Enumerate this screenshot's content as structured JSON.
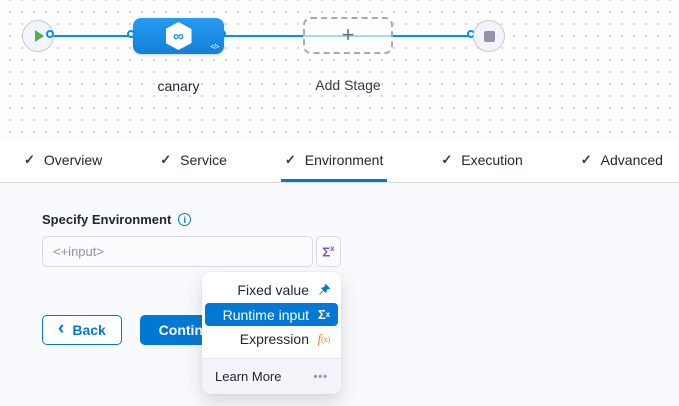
{
  "canvas": {
    "stage_name": "canary",
    "add_stage_label": "Add Stage"
  },
  "tabs": [
    {
      "label": "Overview",
      "checked": true,
      "active": false
    },
    {
      "label": "Service",
      "checked": true,
      "active": false
    },
    {
      "label": "Environment",
      "checked": true,
      "active": true
    },
    {
      "label": "Execution",
      "checked": true,
      "active": false
    },
    {
      "label": "Advanced",
      "checked": true,
      "active": false
    }
  ],
  "environment": {
    "label": "Specify Environment",
    "input_value": "<+input>"
  },
  "dropdown": {
    "items": [
      {
        "label": "Fixed value",
        "icon": "pin-icon",
        "selected": false
      },
      {
        "label": "Runtime input",
        "icon": "runtime-sigma-icon",
        "selected": true
      },
      {
        "label": "Expression",
        "icon": "expression-fx-icon",
        "selected": false
      }
    ],
    "footer_label": "Learn More"
  },
  "buttons": {
    "back": "Back",
    "continue": "Continue"
  },
  "icons": {
    "play": "",
    "plus": "+",
    "code": "</>",
    "infinity": "∞",
    "check": "✓",
    "info": "i",
    "sigma": "Σ",
    "sigma_sup": "x",
    "fx_main": "f",
    "fx_sub": "(x)",
    "back_chevron": "‹",
    "ellipsis": "•••"
  },
  "colors": {
    "primary_blue": "#0278d5",
    "edge_blue": "#0092e4",
    "node_blue": "#1d8fe8",
    "play_green": "#4daf52",
    "expression_orange": "#ff7b26",
    "sigma_purple": "#7d4dd3",
    "text_dark": "#22272f",
    "text_muted": "#9293ab",
    "border_gray": "#d9dae5",
    "footer_bg": "#f3f4fa"
  }
}
